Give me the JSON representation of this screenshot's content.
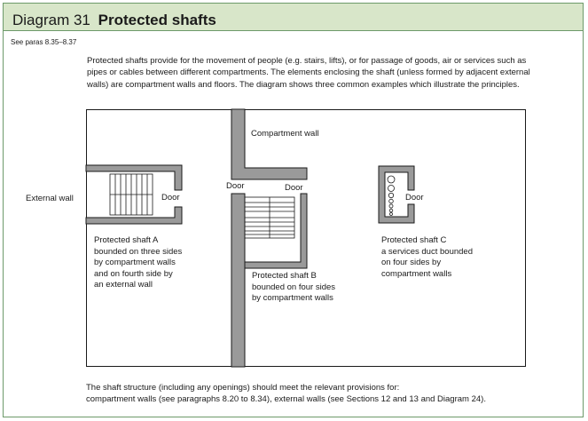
{
  "header": {
    "diagram_number": "Diagram 31",
    "title": "Protected shafts"
  },
  "see_paras": "See paras 8.35–8.37",
  "intro_text": "Protected shafts provide for the movement of people (e.g. stairs, lifts), or for passage of goods, air or services such as pipes or cables between different compartments. The elements enclosing the shaft (unless formed by adjacent external walls) are compartment walls and floors. The diagram shows three common examples which illustrate the principles.",
  "labels": {
    "external_wall": "External wall",
    "compartment_wall": "Compartment wall",
    "door_a": "Door",
    "door_b_left": "Door",
    "door_b_right": "Door",
    "door_c": "Door"
  },
  "shaft_a": {
    "line1": "Protected shaft A",
    "line2": "bounded on three sides",
    "line3": "by compartment walls",
    "line4": "and on fourth side by",
    "line5": "an external wall"
  },
  "shaft_b": {
    "line1": "Protected shaft B",
    "line2": "bounded on four sides",
    "line3": "by compartment walls"
  },
  "shaft_c": {
    "line1": "Protected shaft C",
    "line2": "a services duct bounded",
    "line3": "on four sides by",
    "line4": "compartment walls"
  },
  "footer": {
    "line1": "The shaft structure (including any openings) should meet the relevant provisions for:",
    "line2": "compartment walls (see paragraphs 8.20 to 8.34), external walls (see Sections 12 and 13 and Diagram 24)."
  },
  "colors": {
    "title_bar": "#d8e6c9",
    "frame": "#6d9a6a",
    "wall_fill": "#9a9a9a"
  }
}
